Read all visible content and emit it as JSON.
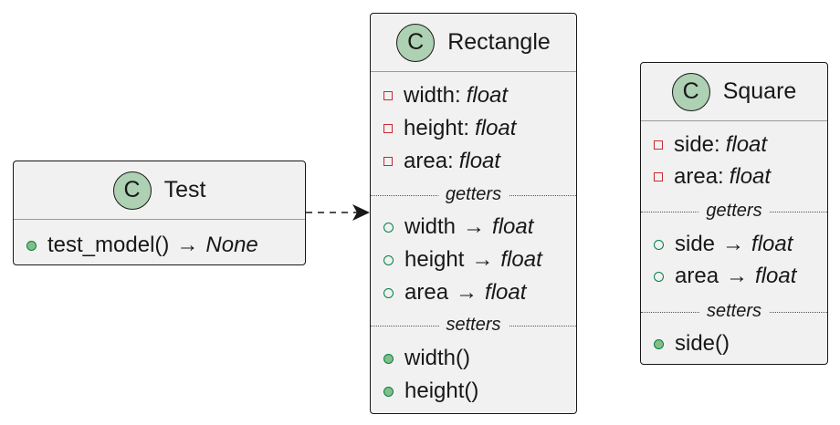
{
  "classes": {
    "test": {
      "badge": "C",
      "name": "Test",
      "methods": [
        {
          "name": "test_model()",
          "arrow": "→",
          "type": "None"
        }
      ]
    },
    "rectangle": {
      "badge": "C",
      "name": "Rectangle",
      "attributes": [
        {
          "name": "width:",
          "type": "float"
        },
        {
          "name": "height:",
          "type": "float"
        },
        {
          "name": "area:",
          "type": "float"
        }
      ],
      "getters_label": "getters",
      "getters": [
        {
          "name": "width",
          "arrow": "→",
          "type": "float"
        },
        {
          "name": "height",
          "arrow": "→",
          "type": "float"
        },
        {
          "name": "area",
          "arrow": "→",
          "type": "float"
        }
      ],
      "setters_label": "setters",
      "setters": [
        {
          "name": "width()"
        },
        {
          "name": "height()"
        }
      ]
    },
    "square": {
      "badge": "C",
      "name": "Square",
      "attributes": [
        {
          "name": "side:",
          "type": "float"
        },
        {
          "name": "area:",
          "type": "float"
        }
      ],
      "getters_label": "getters",
      "getters": [
        {
          "name": "side",
          "arrow": "→",
          "type": "float"
        },
        {
          "name": "area",
          "arrow": "→",
          "type": "float"
        }
      ],
      "setters_label": "setters",
      "setters": [
        {
          "name": "side()"
        }
      ]
    }
  },
  "colors": {
    "class_fill": "#f1f1f1",
    "badge_fill": "#add1b2",
    "private_marker": "#c82930",
    "public_marker": "#038048",
    "edge": "#181818"
  },
  "edges": [
    {
      "from": "Test",
      "to": "Rectangle",
      "style": "dashed",
      "arrow": "open"
    }
  ]
}
